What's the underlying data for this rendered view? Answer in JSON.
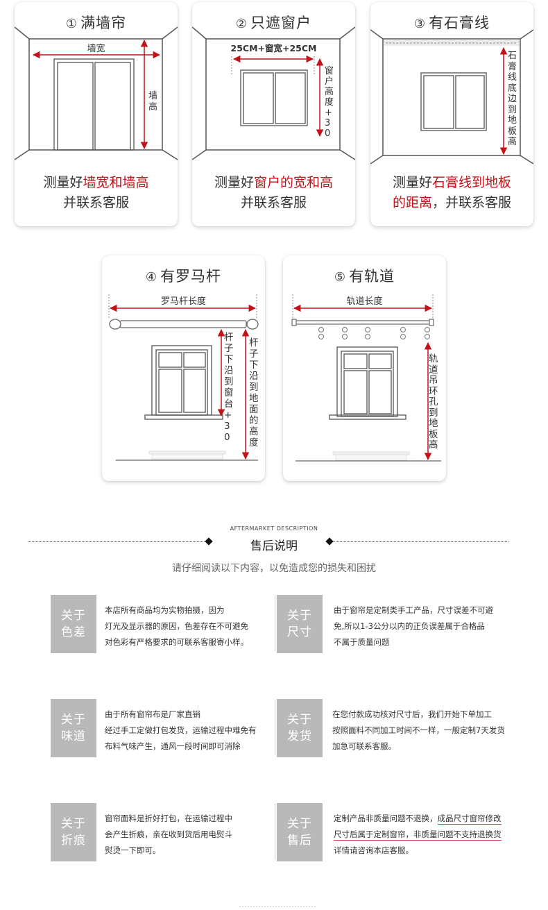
{
  "measure_cards": [
    {
      "number": "①",
      "title": "满墙帘",
      "width_label": "墙宽",
      "height_label": "墙高",
      "caption_prefix": "测量好",
      "caption_highlight": "墙宽和墙高",
      "caption_line2": "并联系客服"
    },
    {
      "number": "②",
      "title": "只遮窗户",
      "width_label": "25CM+窗宽+25CM",
      "height_label": "窗户高度+30",
      "caption_prefix": "测量好",
      "caption_highlight": "窗户的宽和高",
      "caption_line2": "并联系客服"
    },
    {
      "number": "③",
      "title": "有石膏线",
      "height_label": "石膏线底边到地板高",
      "caption_prefix": "测量好",
      "caption_highlight": "石膏线到地板",
      "caption_line2_highlight": "的距离",
      "caption_line2": "，并联系客服"
    },
    {
      "number": "④",
      "title": "有罗马杆",
      "width_label": "罗马杆长度",
      "height_label_1": "杆子下沿到窗台+30",
      "height_label_2": "杆子下沿到地面的高度"
    },
    {
      "number": "⑤",
      "title": "有轨道",
      "width_label": "轨道长度",
      "height_label": "轨道吊环孔到地板高"
    }
  ],
  "aftersale": {
    "subtitle_en": "AFTERMARKET DESCRIPTION",
    "title": "售后说明",
    "intro": "请仔细阅读以下内容，以免造成您的损失和困扰",
    "items": [
      {
        "badge_line1": "关于",
        "badge_line2": "色差",
        "lines": [
          "本店所有商品均为实物拍摄，因为",
          "灯光及显示器的原因，色差存在不可避免",
          "对色彩有严格要求的可联系客服寄小样。"
        ]
      },
      {
        "badge_line1": "关于",
        "badge_line2": "尺寸",
        "lines": [
          "由于窗帘是定制类手工产品，尺寸误差不可避",
          "免,所以1-3公分以内的正负误差属于合格品",
          "不属于质量问题"
        ]
      },
      {
        "badge_line1": "关于",
        "badge_line2": "味道",
        "lines": [
          "由于所有窗帘布是厂家直销",
          "经过手工定做打包发货，运输过程中难免有",
          "布料气味产生，通风一段时间即可消除"
        ]
      },
      {
        "badge_line1": "关于",
        "badge_line2": "发货",
        "lines": [
          "在您付款成功核对尺寸后，我们开始下单加工",
          "按照面料不同加工时间不一样，一般定制7天发货",
          "加急可联系客服。"
        ]
      },
      {
        "badge_line1": "关于",
        "badge_line2": "折痕",
        "lines": [
          "窗帘面料是折好打包，在运输过程中",
          "会产生折痕，亲在收到货后用电熨斗",
          "熨烫一下即可。"
        ]
      },
      {
        "badge_line1": "关于",
        "badge_line2": "售后",
        "line1_plain": "定制产品非质量问题不退换，",
        "line1_underlined": "成品尺寸窗帘修改",
        "line2_underlined": "尺寸后属于定制窗帘，非质量问题不支持退换货",
        "line3": "详情请咨询本店客服。"
      }
    ]
  },
  "colors": {
    "accent_red": "#c4121a",
    "badge_gray": "#b9b9b9",
    "underline_red": "#d33a45"
  }
}
